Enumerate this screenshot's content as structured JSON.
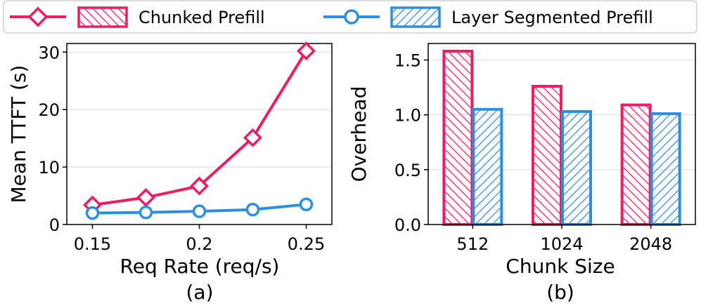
{
  "colors": {
    "chunked": "#ee1c63",
    "layer": "#2a8fe3",
    "grid": "#d9d9d9",
    "axis": "#000000"
  },
  "legend": {
    "items": [
      {
        "label": "Chunked Prefill"
      },
      {
        "label": "Layer Segmented Prefill"
      }
    ]
  },
  "chart_data": [
    {
      "type": "line",
      "caption": "(a)",
      "xlabel": "Req Rate (req/s)",
      "ylabel": "Mean TTFT (s)",
      "x": [
        0.15,
        0.175,
        0.2,
        0.225,
        0.25
      ],
      "xticks": [
        0.15,
        0.2,
        0.25
      ],
      "xtick_labels": [
        "0.15",
        "0.2",
        "0.25"
      ],
      "xlim": [
        0.138,
        0.262
      ],
      "ylim": [
        0,
        31.5
      ],
      "yticks": [
        0,
        10,
        20,
        30
      ],
      "ytick_labels": [
        "0",
        "10",
        "20",
        "30"
      ],
      "grid": "horizontal",
      "series": [
        {
          "name": "Chunked Prefill",
          "marker": "diamond",
          "values": [
            3.4,
            4.7,
            6.7,
            15.1,
            30.2
          ]
        },
        {
          "name": "Layer Segmented Prefill",
          "marker": "circle",
          "values": [
            2.0,
            2.1,
            2.3,
            2.6,
            3.5
          ]
        }
      ]
    },
    {
      "type": "bar",
      "caption": "(b)",
      "xlabel": "Chunk Size",
      "ylabel": "Overhead",
      "categories": [
        "512",
        "1024",
        "2048"
      ],
      "ylim": [
        0,
        1.65
      ],
      "yticks": [
        0.0,
        0.5,
        1.0,
        1.5
      ],
      "ytick_labels": [
        "0.0",
        "0.5",
        "1.0",
        "1.5"
      ],
      "grid": "horizontal",
      "series": [
        {
          "name": "Chunked Prefill",
          "hatch": "backslash",
          "values": [
            1.58,
            1.26,
            1.09
          ]
        },
        {
          "name": "Layer Segmented Prefill",
          "hatch": "slash",
          "values": [
            1.05,
            1.03,
            1.01
          ]
        }
      ]
    }
  ]
}
